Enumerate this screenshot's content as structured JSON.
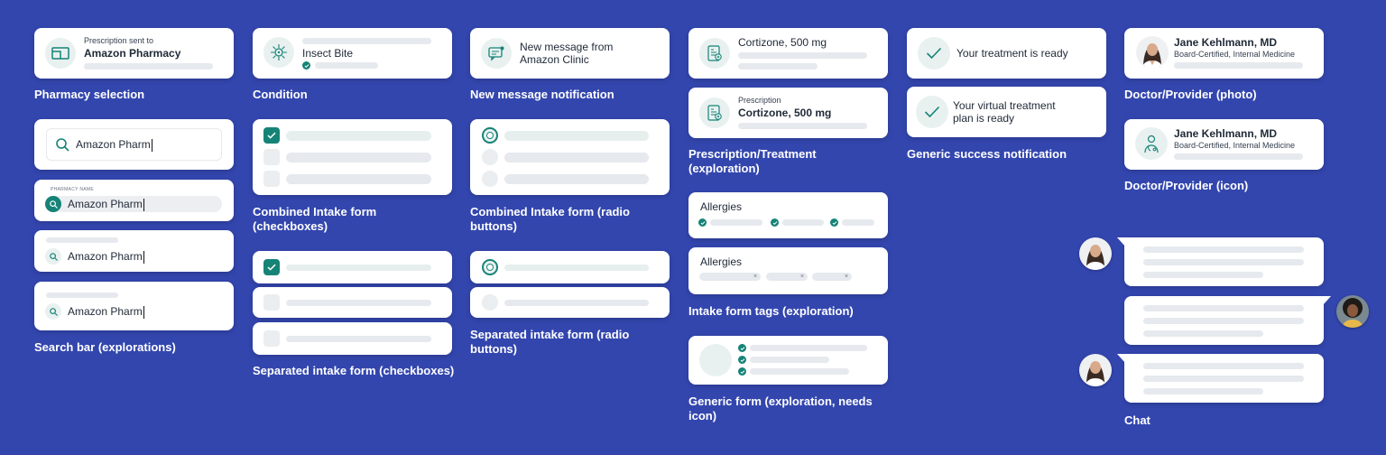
{
  "pharmacy": {
    "sent_to": "Prescription sent to",
    "name": "Amazon Pharmacy",
    "label": "Pharmacy selection"
  },
  "search": {
    "query": "Amazon Pharm",
    "field_label": "PHARMACY NAME",
    "label": "Search bar (explorations)"
  },
  "condition": {
    "title": "Insect Bite",
    "label": "Condition"
  },
  "combined_checkbox": {
    "label": "Combined Intake form (checkboxes)"
  },
  "separated_checkbox": {
    "label": "Separated intake form (checkboxes)"
  },
  "new_message": {
    "text_line1": "New message from",
    "text_line2": "Amazon Clinic",
    "label": "New message notification"
  },
  "combined_radio": {
    "label": "Combined Intake form (radio buttons)"
  },
  "separated_radio": {
    "label": "Separated intake form (radio buttons)"
  },
  "prescription": {
    "drug1": "Cortizone, 500 mg",
    "small_label": "Prescription",
    "drug2": "Cortizone, 500 mg",
    "label": "Prescription/Treatment (exploration)"
  },
  "allergies": {
    "title1": "Allergies",
    "title2": "Allergies",
    "tag_remove": "×",
    "label": "Intake form tags (exploration)"
  },
  "generic_form": {
    "label": "Generic form (exploration, needs icon)"
  },
  "success": {
    "msg1": "Your treatment is ready",
    "msg2_line1": "Your virtual treatment",
    "msg2_line2": "plan is ready",
    "label": "Generic success notification"
  },
  "doctor": {
    "name": "Jane Kehlmann, MD",
    "title": "Board-Certified, Internal Medicine",
    "label_photo": "Doctor/Provider (photo)",
    "label_icon": "Doctor/Provider (icon)"
  },
  "chat": {
    "label": "Chat"
  },
  "colors": {
    "background": "#3346ae",
    "accent": "#168377",
    "card": "#ffffff",
    "placeholder": "#e6e9ee"
  },
  "icons": [
    "package-icon",
    "virus-icon",
    "message-icon",
    "prescription-icon",
    "checkmark-icon",
    "search-icon",
    "stethoscope-icon"
  ]
}
